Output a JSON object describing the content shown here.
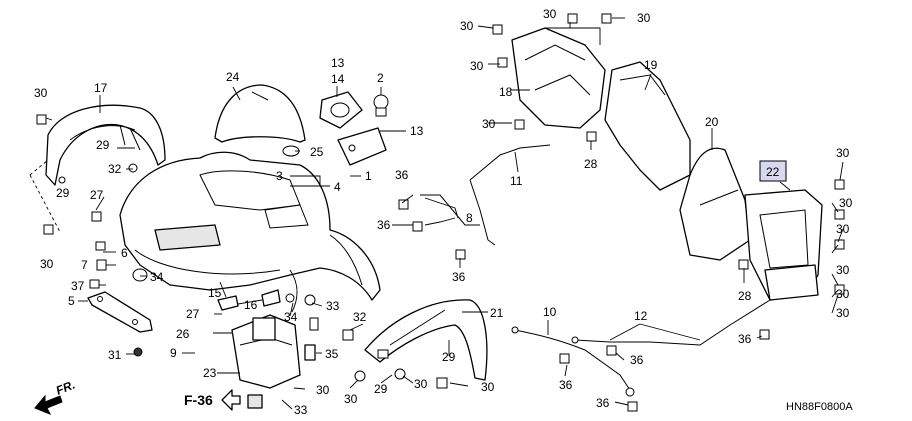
{
  "diagram": {
    "code": "HN88F0800A",
    "reference": "F-36",
    "direction": "FR.",
    "highlighted_part": "22",
    "callouts": {
      "c1": "1",
      "c2": "2",
      "c3": "3",
      "c4": "4",
      "c5": "5",
      "c6": "6",
      "c7": "7",
      "c8": "8",
      "c9": "9",
      "c10": "10",
      "c11": "11",
      "c12": "12",
      "c13a": "13",
      "c13b": "13",
      "c14": "14",
      "c15": "15",
      "c16": "16",
      "c17": "17",
      "c18": "18",
      "c19": "19",
      "c20": "20",
      "c21": "21",
      "c22": "22",
      "c23": "23",
      "c24": "24",
      "c25": "25",
      "c26": "26",
      "c27a": "27",
      "c27b": "27",
      "c28a": "28",
      "c28b": "28",
      "c29a": "29",
      "c29b": "29",
      "c29c": "29",
      "c29d": "29",
      "c30a": "30",
      "c30b": "30",
      "c30c": "30",
      "c30d": "30",
      "c30e": "30",
      "c30f": "30",
      "c30g": "30",
      "c30h": "30",
      "c30i": "30",
      "c30j": "30",
      "c30k": "30",
      "c30l": "30",
      "c30m": "30",
      "c30n": "30",
      "c30o": "30",
      "c30p": "30",
      "c30q": "30",
      "c31": "31",
      "c32a": "32",
      "c32b": "32",
      "c33a": "33",
      "c33b": "33",
      "c34a": "34",
      "c34b": "34",
      "c35": "35",
      "c36a": "36",
      "c36b": "36",
      "c36c": "36",
      "c36d": "36",
      "c36e": "36",
      "c36f": "36",
      "c36g": "36",
      "c37": "37"
    }
  }
}
